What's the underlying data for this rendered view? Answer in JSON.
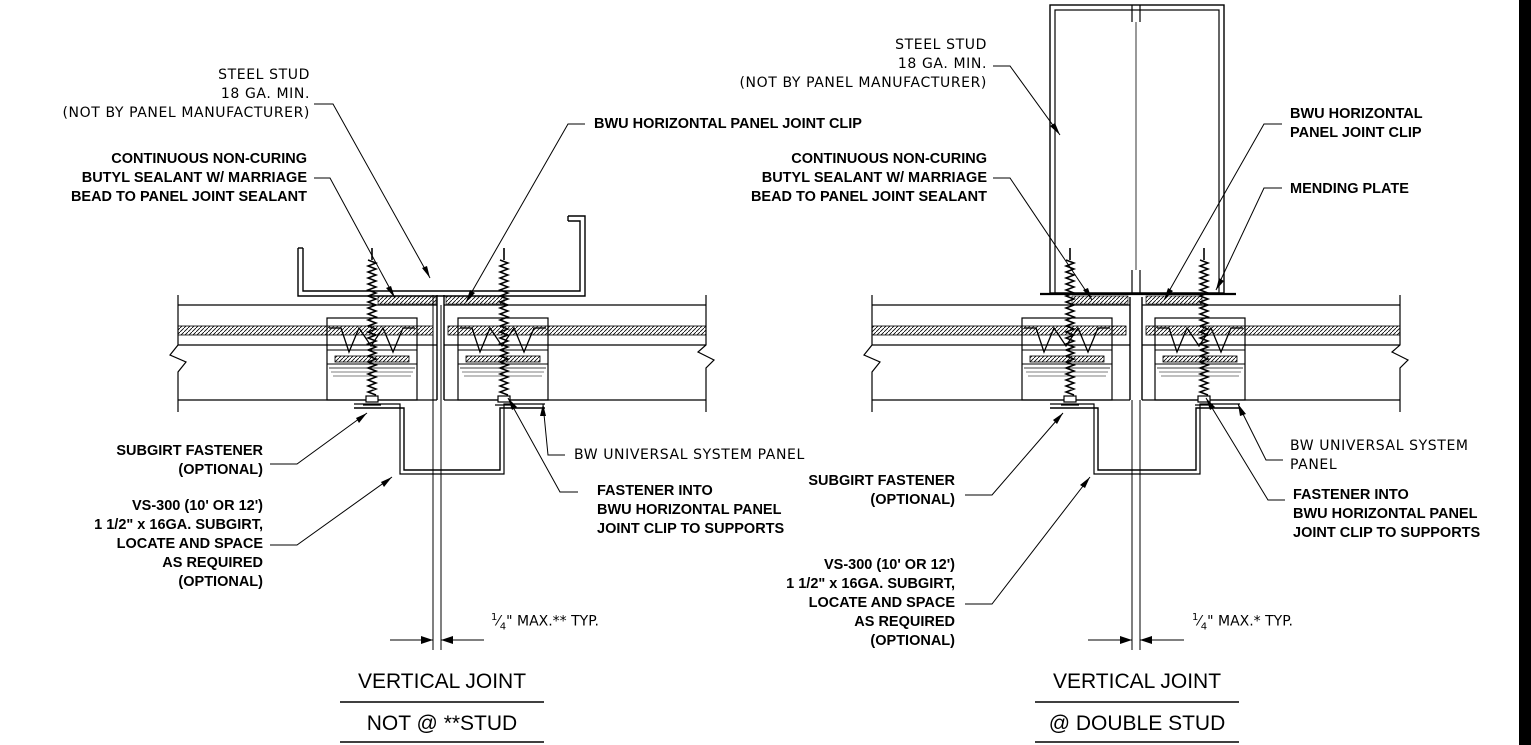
{
  "left": {
    "steel_stud": [
      "STEEL STUD",
      "18 GA. MIN.",
      "(NOT BY PANEL MANUFACTURER)"
    ],
    "sealant": [
      "CONTINUOUS NON-CURING",
      "BUTYL SEALANT W/ MARRIAGE",
      "BEAD TO PANEL JOINT SEALANT"
    ],
    "clip": "BWU HORIZONTAL PANEL JOINT CLIP",
    "subgirt_fastener": [
      "SUBGIRT FASTENER",
      "(OPTIONAL)"
    ],
    "vs300": [
      "VS-300 (10' OR 12')",
      "1 1/2\" x 16GA. SUBGIRT,",
      "LOCATE AND SPACE",
      "AS REQUIRED",
      "(OPTIONAL)"
    ],
    "panel": "BW UNIVERSAL SYSTEM PANEL",
    "fastener_into": [
      "FASTENER INTO",
      "BWU HORIZONTAL PANEL",
      "JOINT CLIP TO SUPPORTS"
    ],
    "dim": {
      "num": "1",
      "den": "4",
      "text": "\" MAX.** TYP."
    },
    "title1": "VERTICAL JOINT",
    "title2": "NOT @  **STUD"
  },
  "right": {
    "steel_stud": [
      "STEEL STUD",
      "18 GA. MIN.",
      "(NOT BY PANEL MANUFACTURER)"
    ],
    "sealant": [
      "CONTINUOUS NON-CURING",
      "BUTYL SEALANT W/ MARRIAGE",
      "BEAD TO PANEL JOINT SEALANT"
    ],
    "clip": [
      "BWU HORIZONTAL",
      "PANEL JOINT CLIP"
    ],
    "mending": "MENDING PLATE",
    "subgirt_fastener": [
      "SUBGIRT FASTENER",
      "(OPTIONAL)"
    ],
    "vs300": [
      "VS-300 (10' OR 12')",
      "1 1/2\" x 16GA. SUBGIRT,",
      "LOCATE AND SPACE",
      "AS REQUIRED",
      "(OPTIONAL)"
    ],
    "panel": [
      "BW UNIVERSAL SYSTEM",
      "PANEL"
    ],
    "fastener_into": [
      "FASTENER INTO",
      "BWU HORIZONTAL PANEL",
      "JOINT CLIP TO SUPPORTS"
    ],
    "dim": {
      "num": "1",
      "den": "4",
      "text": "\" MAX.* TYP."
    },
    "title1": "VERTICAL JOINT",
    "title2": "@ DOUBLE STUD"
  }
}
